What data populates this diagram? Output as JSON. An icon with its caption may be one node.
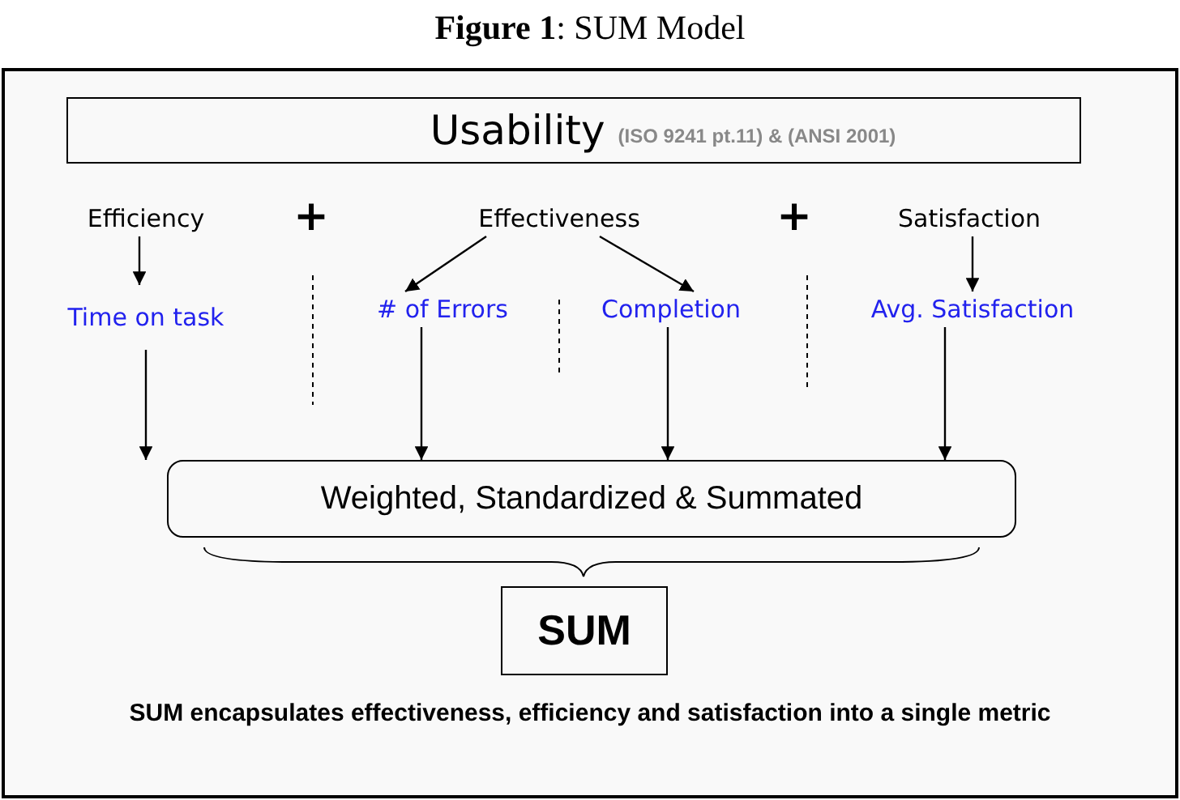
{
  "diagram": {
    "title": "**Figure 1**: SUM Model",
    "caption": "SUM encapsulates effectiveness, efficiency and satisfaction into a single metric",
    "nodes": [
      {
        "text": [
          "Usability",
          "(ISO 9241 pt.11) & (ANSI 2001)"
        ]
      },
      {
        "text": [
          "Efficiency"
        ]
      },
      {
        "text": [
          "Effectiveness"
        ]
      },
      {
        "text": [
          "Satisfaction"
        ]
      },
      {
        "text": [
          "Time on task"
        ]
      },
      {
        "text": [
          "# of Errors"
        ]
      },
      {
        "text": [
          "Completion"
        ]
      },
      {
        "text": [
          "Avg. Satisfaction"
        ]
      },
      {
        "text": [
          "Weighted, Standardized & Summated"
        ]
      },
      {
        "text": [
          "SUM"
        ]
      }
    ],
    "edges": [
      {
        "from": 1,
        "to": 4,
        "arrow": "to"
      },
      {
        "from": 2,
        "to": 5,
        "arrow": "to"
      },
      {
        "from": 2,
        "to": 6,
        "arrow": "to"
      },
      {
        "from": 3,
        "to": 7,
        "arrow": "to"
      },
      {
        "from": 4,
        "to": 8,
        "arrow": "to"
      },
      {
        "from": 5,
        "to": 8,
        "arrow": "to"
      },
      {
        "from": 6,
        "to": 8,
        "arrow": "to"
      },
      {
        "from": 7,
        "to": 8,
        "arrow": "to"
      }
    ],
    "labels": [
      "+",
      "+"
    ]
  }
}
